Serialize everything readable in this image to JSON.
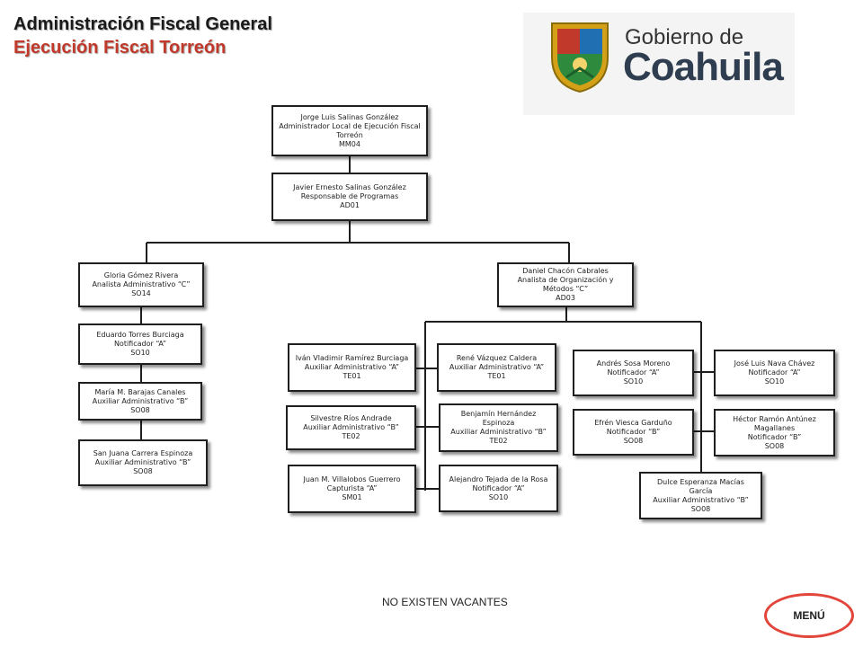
{
  "header": {
    "title": "Administración Fiscal General",
    "subtitle": "Ejecución Fiscal Torreón"
  },
  "logo": {
    "line1": "Gobierno de",
    "line2": "Coahuila"
  },
  "org": {
    "admin": {
      "name": "Jorge Luis Salinas González",
      "role": "Administrador Local de Ejecución Fiscal Torreón",
      "code": "MM04"
    },
    "resp": {
      "name": "Javier Ernesto Salinas González",
      "role": "Responsable de Programas",
      "code": "AD01"
    },
    "gloria": {
      "name": "Gloria Gómez Rivera",
      "role": "Analista Administrativo “C”",
      "code": "SO14"
    },
    "daniel": {
      "name": "Daniel Chacón Cabrales",
      "role": "Analista de Organización y Métodos “C”",
      "code": "AD03"
    },
    "eduardo": {
      "name": "Eduardo Torres Burciaga",
      "role": "Notificador “A”",
      "code": "SO10"
    },
    "maria": {
      "name": "María M. Barajas Canales",
      "role": "Auxiliar Administrativo “B”",
      "code": "SO08"
    },
    "sanjuana": {
      "name": "San Juana Carrera Espinoza",
      "role": "Auxiliar Administrativo “B”",
      "code": "SO08"
    },
    "ivan": {
      "name": "Iván Vladimir Ramírez Burciaga",
      "role": "Auxiliar Administrativo “A”",
      "code": "TE01"
    },
    "silvestre": {
      "name": "Silvestre Ríos Andrade",
      "role": "Auxiliar Administrativo “B”",
      "code": "TE02"
    },
    "juan": {
      "name": "Juan M. Villalobos Guerrero",
      "role": "Capturista “A”",
      "code": "SM01"
    },
    "rene": {
      "name": "René Vázquez Caldera",
      "role": "Auxiliar Administrativo “A”",
      "code": "TE01"
    },
    "benjamin": {
      "name": "Benjamín Hernández Espinoza",
      "role": "Auxiliar Administrativo “B”",
      "code": "TE02"
    },
    "alejandro": {
      "name": "Alejandro Tejada de la Rosa",
      "role": "Notificador “A”",
      "code": "SO10"
    },
    "andres": {
      "name": "Andrés Sosa Moreno",
      "role": "Notificador “A”",
      "code": "SO10"
    },
    "efren": {
      "name": "Efrén Viesca Garduño",
      "role": "Notificador “B”",
      "code": "SO08"
    },
    "dulce": {
      "name": "Dulce Esperanza Macías García",
      "role": "Auxiliar Administrativo “B”",
      "code": "SO08"
    },
    "jose": {
      "name": "José Luis Nava Chávez",
      "role": "Notificador “A”",
      "code": "SO10"
    },
    "hector": {
      "name": "Héctor Ramón Antúnez Magallanes",
      "role": "Notificador “B”",
      "code": "SO08"
    }
  },
  "footer": {
    "note": "NO EXISTEN VACANTES"
  },
  "menu": {
    "label": "MENÚ"
  },
  "colors": {
    "accent": "#c0392b",
    "menu_border": "#e2453a",
    "box_border": "#1f1f1f"
  }
}
